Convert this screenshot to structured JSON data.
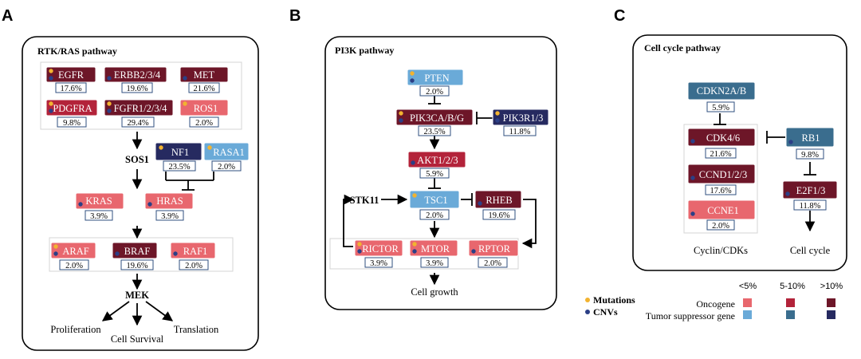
{
  "colors": {
    "onc_low": "#e8676e",
    "onc_mid": "#b3233a",
    "onc_high": "#6d1628",
    "ts_low": "#6aaad8",
    "ts_mid": "#3a6d8e",
    "ts_high": "#262a60",
    "mutation_dot": "#f2b330",
    "cnv_dot": "#2b3f86"
  },
  "panels": {
    "A": {
      "letter": "A",
      "title": "RTK/RAS pathway"
    },
    "B": {
      "letter": "B",
      "title": "PI3K pathway"
    },
    "C": {
      "letter": "C",
      "title": "Cell cycle pathway"
    }
  },
  "genes": {
    "EGFR": {
      "name": "EGFR",
      "pct": "17.6%"
    },
    "ERBB": {
      "name": "ERBB2/3/4",
      "pct": "19.6%"
    },
    "MET": {
      "name": "MET",
      "pct": "21.6%"
    },
    "PDGFRA": {
      "name": "PDGFRA",
      "pct": "9.8%"
    },
    "FGFR": {
      "name": "FGFR1/2/3/4",
      "pct": "29.4%"
    },
    "ROS1": {
      "name": "ROS1",
      "pct": "2.0%"
    },
    "NF1": {
      "name": "NF1",
      "pct": "23.5%"
    },
    "RASA1": {
      "name": "RASA1",
      "pct": "2.0%"
    },
    "KRAS": {
      "name": "KRAS",
      "pct": "3.9%"
    },
    "HRAS": {
      "name": "HRAS",
      "pct": "3.9%"
    },
    "ARAF": {
      "name": "ARAF",
      "pct": "2.0%"
    },
    "BRAF": {
      "name": "BRAF",
      "pct": "19.6%"
    },
    "RAF1": {
      "name": "RAF1",
      "pct": "2.0%"
    },
    "PTEN": {
      "name": "PTEN",
      "pct": "2.0%"
    },
    "PIK3CA": {
      "name": "PIK3CA/B/G",
      "pct": "23.5%"
    },
    "PIK3R": {
      "name": "PIK3R1/3",
      "pct": "11.8%"
    },
    "AKT": {
      "name": "AKT1/2/3",
      "pct": "5.9%"
    },
    "TSC1": {
      "name": "TSC1",
      "pct": "2.0%"
    },
    "RHEB": {
      "name": "RHEB",
      "pct": "19.6%"
    },
    "RICTOR": {
      "name": "RICTOR",
      "pct": "3.9%"
    },
    "MTOR": {
      "name": "MTOR",
      "pct": "3.9%"
    },
    "RPTOR": {
      "name": "RPTOR",
      "pct": "2.0%"
    },
    "CDKN2A": {
      "name": "CDKN2A/B",
      "pct": "5.9%"
    },
    "CDK46": {
      "name": "CDK4/6",
      "pct": "21.6%"
    },
    "CCND": {
      "name": "CCND1/2/3",
      "pct": "17.6%"
    },
    "CCNE1": {
      "name": "CCNE1",
      "pct": "2.0%"
    },
    "RB1": {
      "name": "RB1",
      "pct": "9.8%"
    },
    "E2F": {
      "name": "E2F1/3",
      "pct": "11.8%"
    }
  },
  "labels": {
    "sos1": "SOS1",
    "mek": "MEK",
    "proliferation": "Proliferation",
    "cell_survival": "Cell Survival",
    "translation": "Translation",
    "stk11": "STK11",
    "cell_growth": "Cell growth",
    "cyclin_cdks": "Cyclin/CDKs",
    "cell_cycle": "Cell cycle"
  },
  "legend": {
    "mutations": "Mutations",
    "cnvs": "CNVs",
    "oncogene": "Oncogene",
    "tumor_suppressor": "Tumor suppressor gene",
    "bins": [
      "<5%",
      "5-10%",
      ">10%"
    ]
  }
}
